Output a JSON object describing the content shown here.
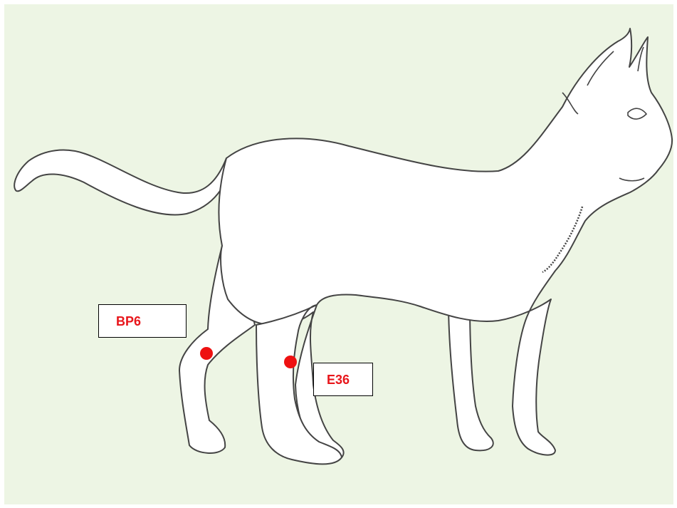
{
  "colors": {
    "background": "#edf5e4",
    "cat_fill": "#ffffff",
    "cat_outline": "#444444",
    "acupoint": "#ee1111",
    "label_text": "#e8161b",
    "label_border": "#000000"
  },
  "acupoints": [
    {
      "id": "BP6",
      "label": "BP6"
    },
    {
      "id": "E36",
      "label": "E36"
    }
  ]
}
